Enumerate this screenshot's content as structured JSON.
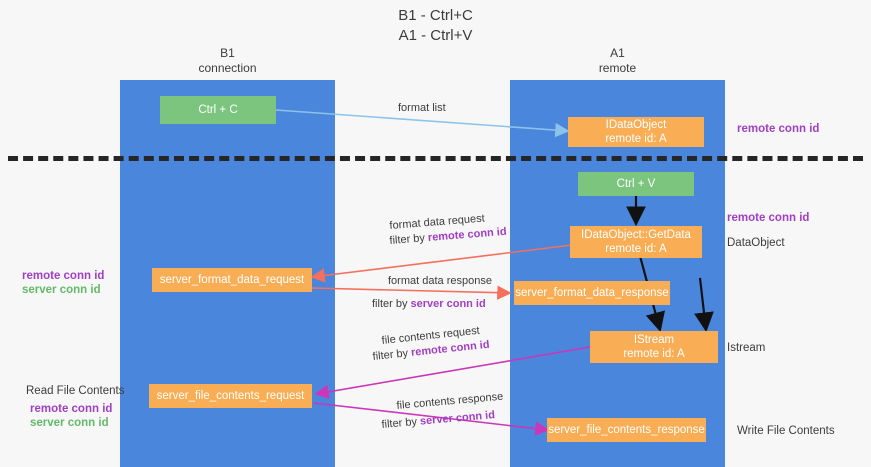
{
  "title": "B1 - Ctrl+C\nA1 - Ctrl+V",
  "lanes": {
    "left": {
      "name": "B1",
      "role": "connection"
    },
    "right": {
      "name": "A1",
      "role": "remote"
    }
  },
  "boxes": {
    "ctrl_c": "Ctrl + C",
    "ctrl_v": "Ctrl + V",
    "idataobject": "IDataObject\nremote id: A",
    "getdata": "IDataObject::GetData\nremote id: A",
    "server_format_data_request": "server_format_data_request",
    "server_format_data_response": "server_format_data_response",
    "istream": "IStream\nremote id: A",
    "server_file_contents_request": "server_file_contents_request",
    "server_file_contents_response": "server_file_contents_response"
  },
  "right_labels": {
    "remote_conn_id_top": "remote conn id",
    "remote_conn_id_mid": "remote conn id",
    "dataobject": "DataObject",
    "istream": "Istream",
    "write_file_contents": "Write File Contents"
  },
  "left_labels": {
    "remote_conn_id": "remote conn id",
    "server_conn_id": "server conn id",
    "read_file_contents": "Read File Contents",
    "remote_conn_id_2": "remote conn id",
    "server_conn_id_2": "server conn id"
  },
  "arrow_labels": {
    "format_list": "format list",
    "format_data_request": "format data request",
    "filter_by_remote_1_prefix": "filter by ",
    "filter_by_remote_1_hl": "remote conn id",
    "format_data_response": "format data response",
    "filter_by_server_1_prefix": "filter by ",
    "filter_by_server_1_hl": "server conn id",
    "file_contents_request": "file contents request",
    "filter_by_remote_2_prefix": "filter by ",
    "filter_by_remote_2_hl": "remote conn id",
    "file_contents_response": "file contents response",
    "filter_by_server_2_prefix": "filter by ",
    "filter_by_server_2_hl": "server conn id"
  },
  "colors": {
    "lane": "#4a86dc",
    "green_box": "#7cc57f",
    "orange_box": "#f9ad55",
    "purple_text": "#a13fc4",
    "green_text": "#64b96a",
    "arrow_blue": "#8cc3ea",
    "arrow_red": "#f4705c",
    "arrow_magenta": "#cc36b8",
    "arrow_black": "#111111",
    "divider": "#262626"
  }
}
